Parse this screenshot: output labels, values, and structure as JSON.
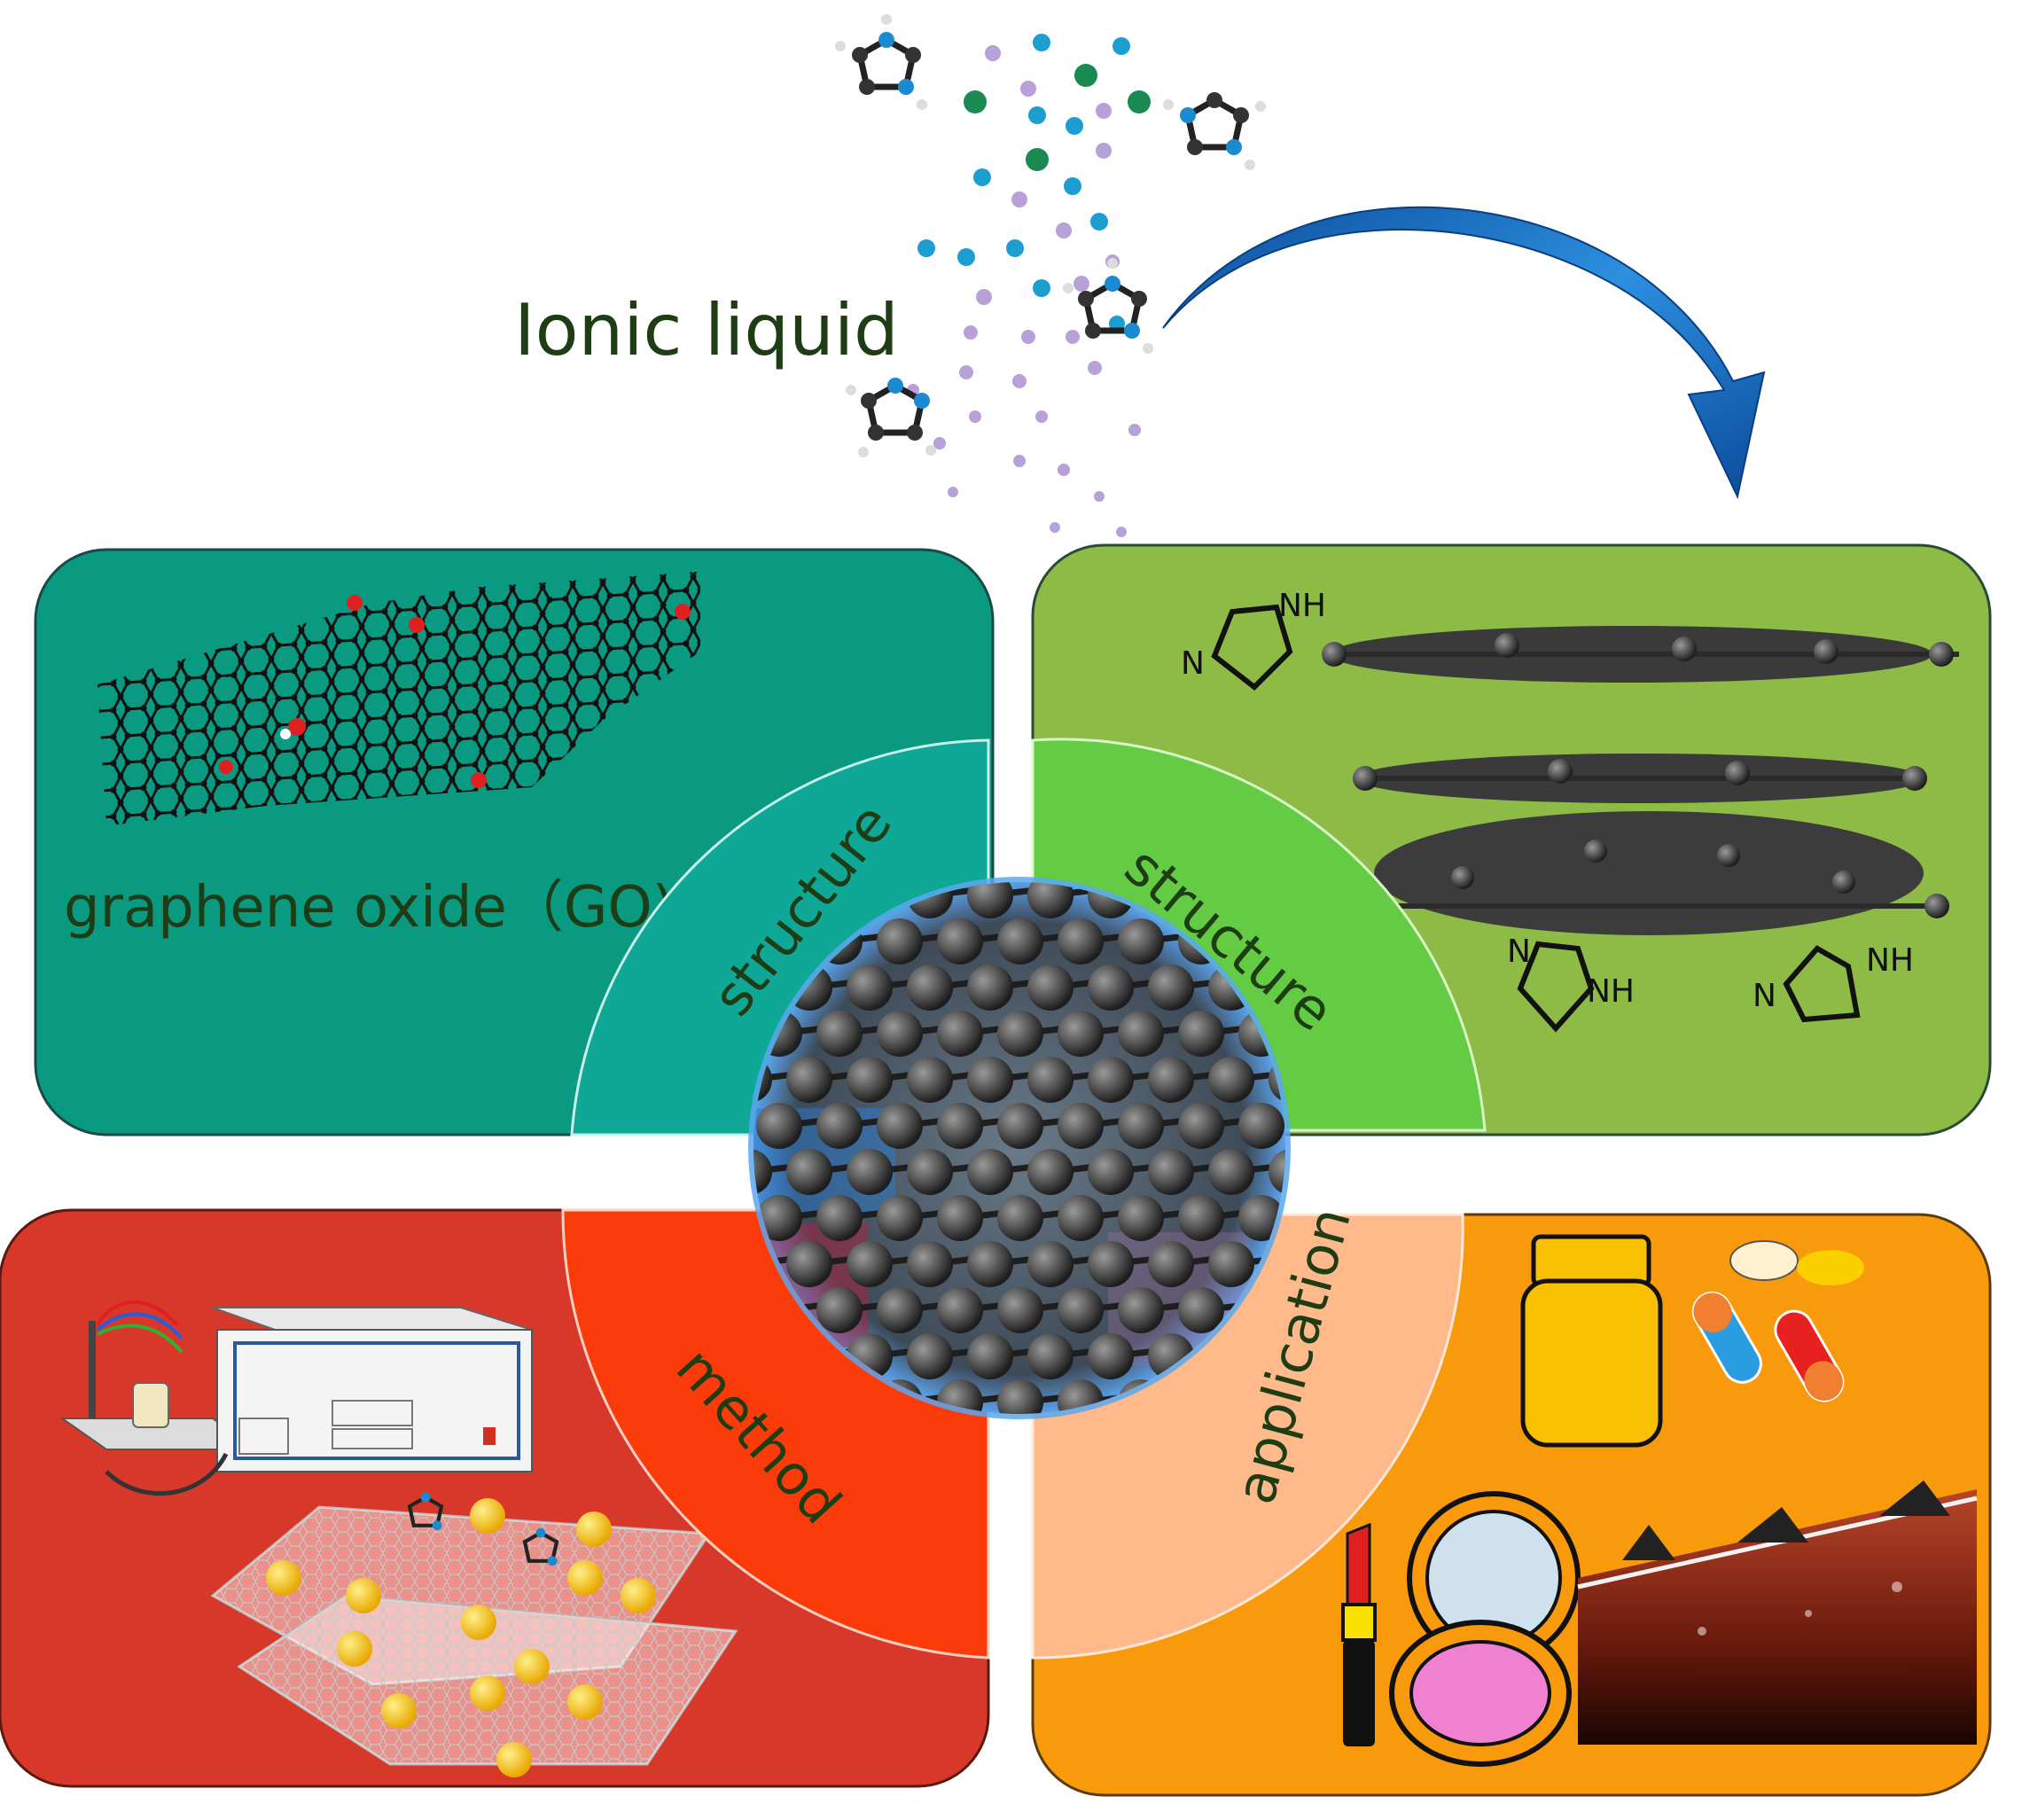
{
  "title": "Ionic liquid",
  "quadrants": {
    "top_left": {
      "label": "graphene oxide（GO)",
      "arc_label": "structure",
      "color": "#0a9a82"
    },
    "top_right": {
      "arc_label": "structure",
      "color": "#8dbb46",
      "molecule_labels": [
        "NH",
        "N",
        "NH",
        "N",
        "NH",
        "N"
      ]
    },
    "bottom_left": {
      "arc_label": "method",
      "color": "#d8382a"
    },
    "bottom_right": {
      "arc_label": "application",
      "color": "#f99a0c"
    }
  },
  "colors": {
    "arc_top_left": "#0fa796",
    "arc_top_right": "#64cc44",
    "arc_bottom_left": "#fb3b09",
    "arc_bottom_right": "#ffb98a",
    "arrow": "#1464b4",
    "label_text": "#1e3d14"
  }
}
